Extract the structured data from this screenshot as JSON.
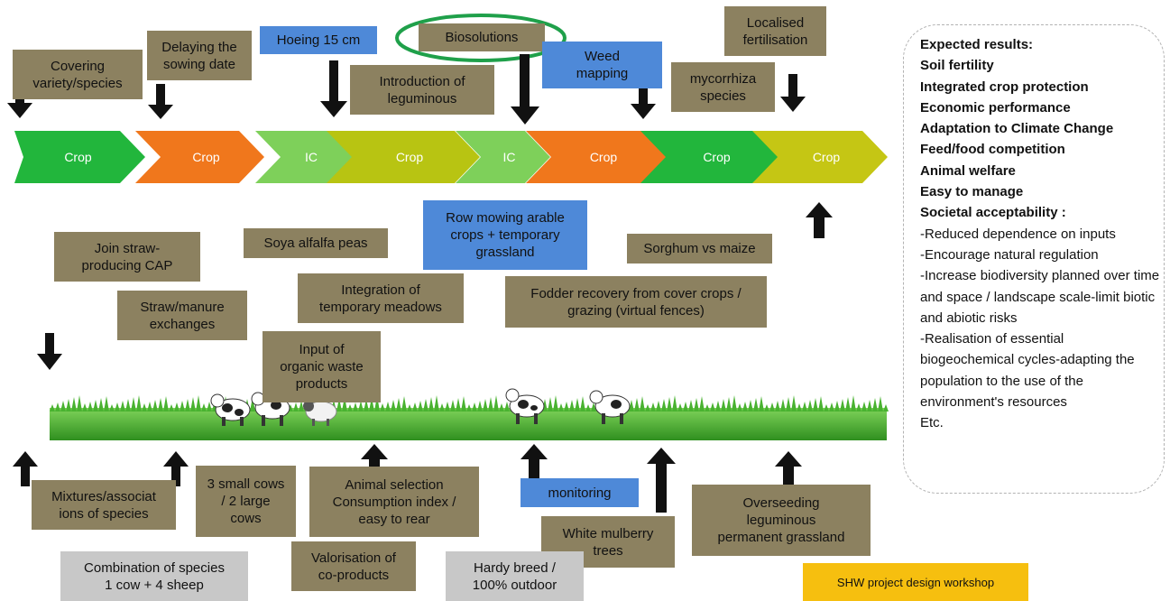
{
  "chevrons": [
    {
      "label": "Crop",
      "color": "#22b63c"
    },
    {
      "label": "Crop",
      "color": "#f0771c"
    },
    {
      "label": "IC",
      "color": "#7ed05a"
    },
    {
      "label": "Crop",
      "color": "#b8c412"
    },
    {
      "label": "IC",
      "color": "#7ed05a"
    },
    {
      "label": "Crop",
      "color": "#f0771c"
    },
    {
      "label": "Crop",
      "color": "#22b63c"
    },
    {
      "label": "Crop",
      "color": "#c5c614"
    }
  ],
  "top_labels": {
    "covering": "Covering\nvariety/species",
    "delaying": "Delaying the\nsowing date",
    "hoeing": "Hoeing 15 cm",
    "biosolutions": "Biosolutions",
    "leguminous": "Introduction of\nleguminous",
    "weed": "Weed\nmapping",
    "localised": "Localised\nfertilisation",
    "mycorrhiza": "mycorrhiza\nspecies"
  },
  "middle_labels": {
    "join_straw": "Join straw-\nproducing CAP",
    "soya": "Soya alfalfa peas",
    "row_mowing": "Row mowing arable\ncrops + temporary\ngrassland",
    "sorghum": "Sorghum vs maize",
    "straw_manure": "Straw/manure\nexchanges",
    "integration": "Integration of\ntemporary meadows",
    "fodder": "Fodder recovery from cover crops /\ngrazing (virtual fences)",
    "input_waste": "Input of\norganic waste\nproducts"
  },
  "bottom_labels": {
    "mixtures": "Mixtures/associat\nions of species",
    "small_cows": "3 small cows\n/ 2 large\ncows",
    "animal_selection": "Animal selection\nConsumption index /\neasy to rear",
    "monitoring": "monitoring",
    "overseeding": "Overseeding\nleguminous\npermanent grassland",
    "valorisation": "Valorisation of\nco-products",
    "white_mulberry": "White mulberry\ntrees",
    "combination": "Combination of species\n1 cow + 4 sheep",
    "hardy": "Hardy breed /\n100% outdoor",
    "workshop": "SHW project design workshop"
  },
  "results": [
    {
      "text": "Expected results:",
      "bold": true
    },
    {
      "text": "Soil fertility",
      "bold": true
    },
    {
      "text": "Integrated crop protection",
      "bold": true
    },
    {
      "text": "Economic performance",
      "bold": true
    },
    {
      "text": "Adaptation to Climate Change",
      "bold": true
    },
    {
      "text": "Feed/food competition",
      "bold": true
    },
    {
      "text": "Animal welfare",
      "bold": true
    },
    {
      "text": "Easy to manage",
      "bold": true
    },
    {
      "text": "Societal acceptability :",
      "bold": true
    },
    {
      "text": "-Reduced dependence on inputs",
      "bold": false
    },
    {
      "text": " -Encourage natural regulation",
      "bold": false
    },
    {
      "text": " -Increase biodiversity planned over time and space / landscape scale-limit biotic and abiotic risks",
      "bold": false
    },
    {
      "text": " -Realisation of essential biogeochemical cycles-adapting the population to the use of the environment's resources",
      "bold": false
    },
    {
      "text": "Etc.",
      "bold": false
    }
  ],
  "colors": {
    "olive": "#8c8160",
    "blue": "#4e89d8",
    "grey": "#c8c8c8",
    "yellow": "#f6bf0f",
    "ellipse": "#1fa04a",
    "grass": "#3aa52a"
  }
}
